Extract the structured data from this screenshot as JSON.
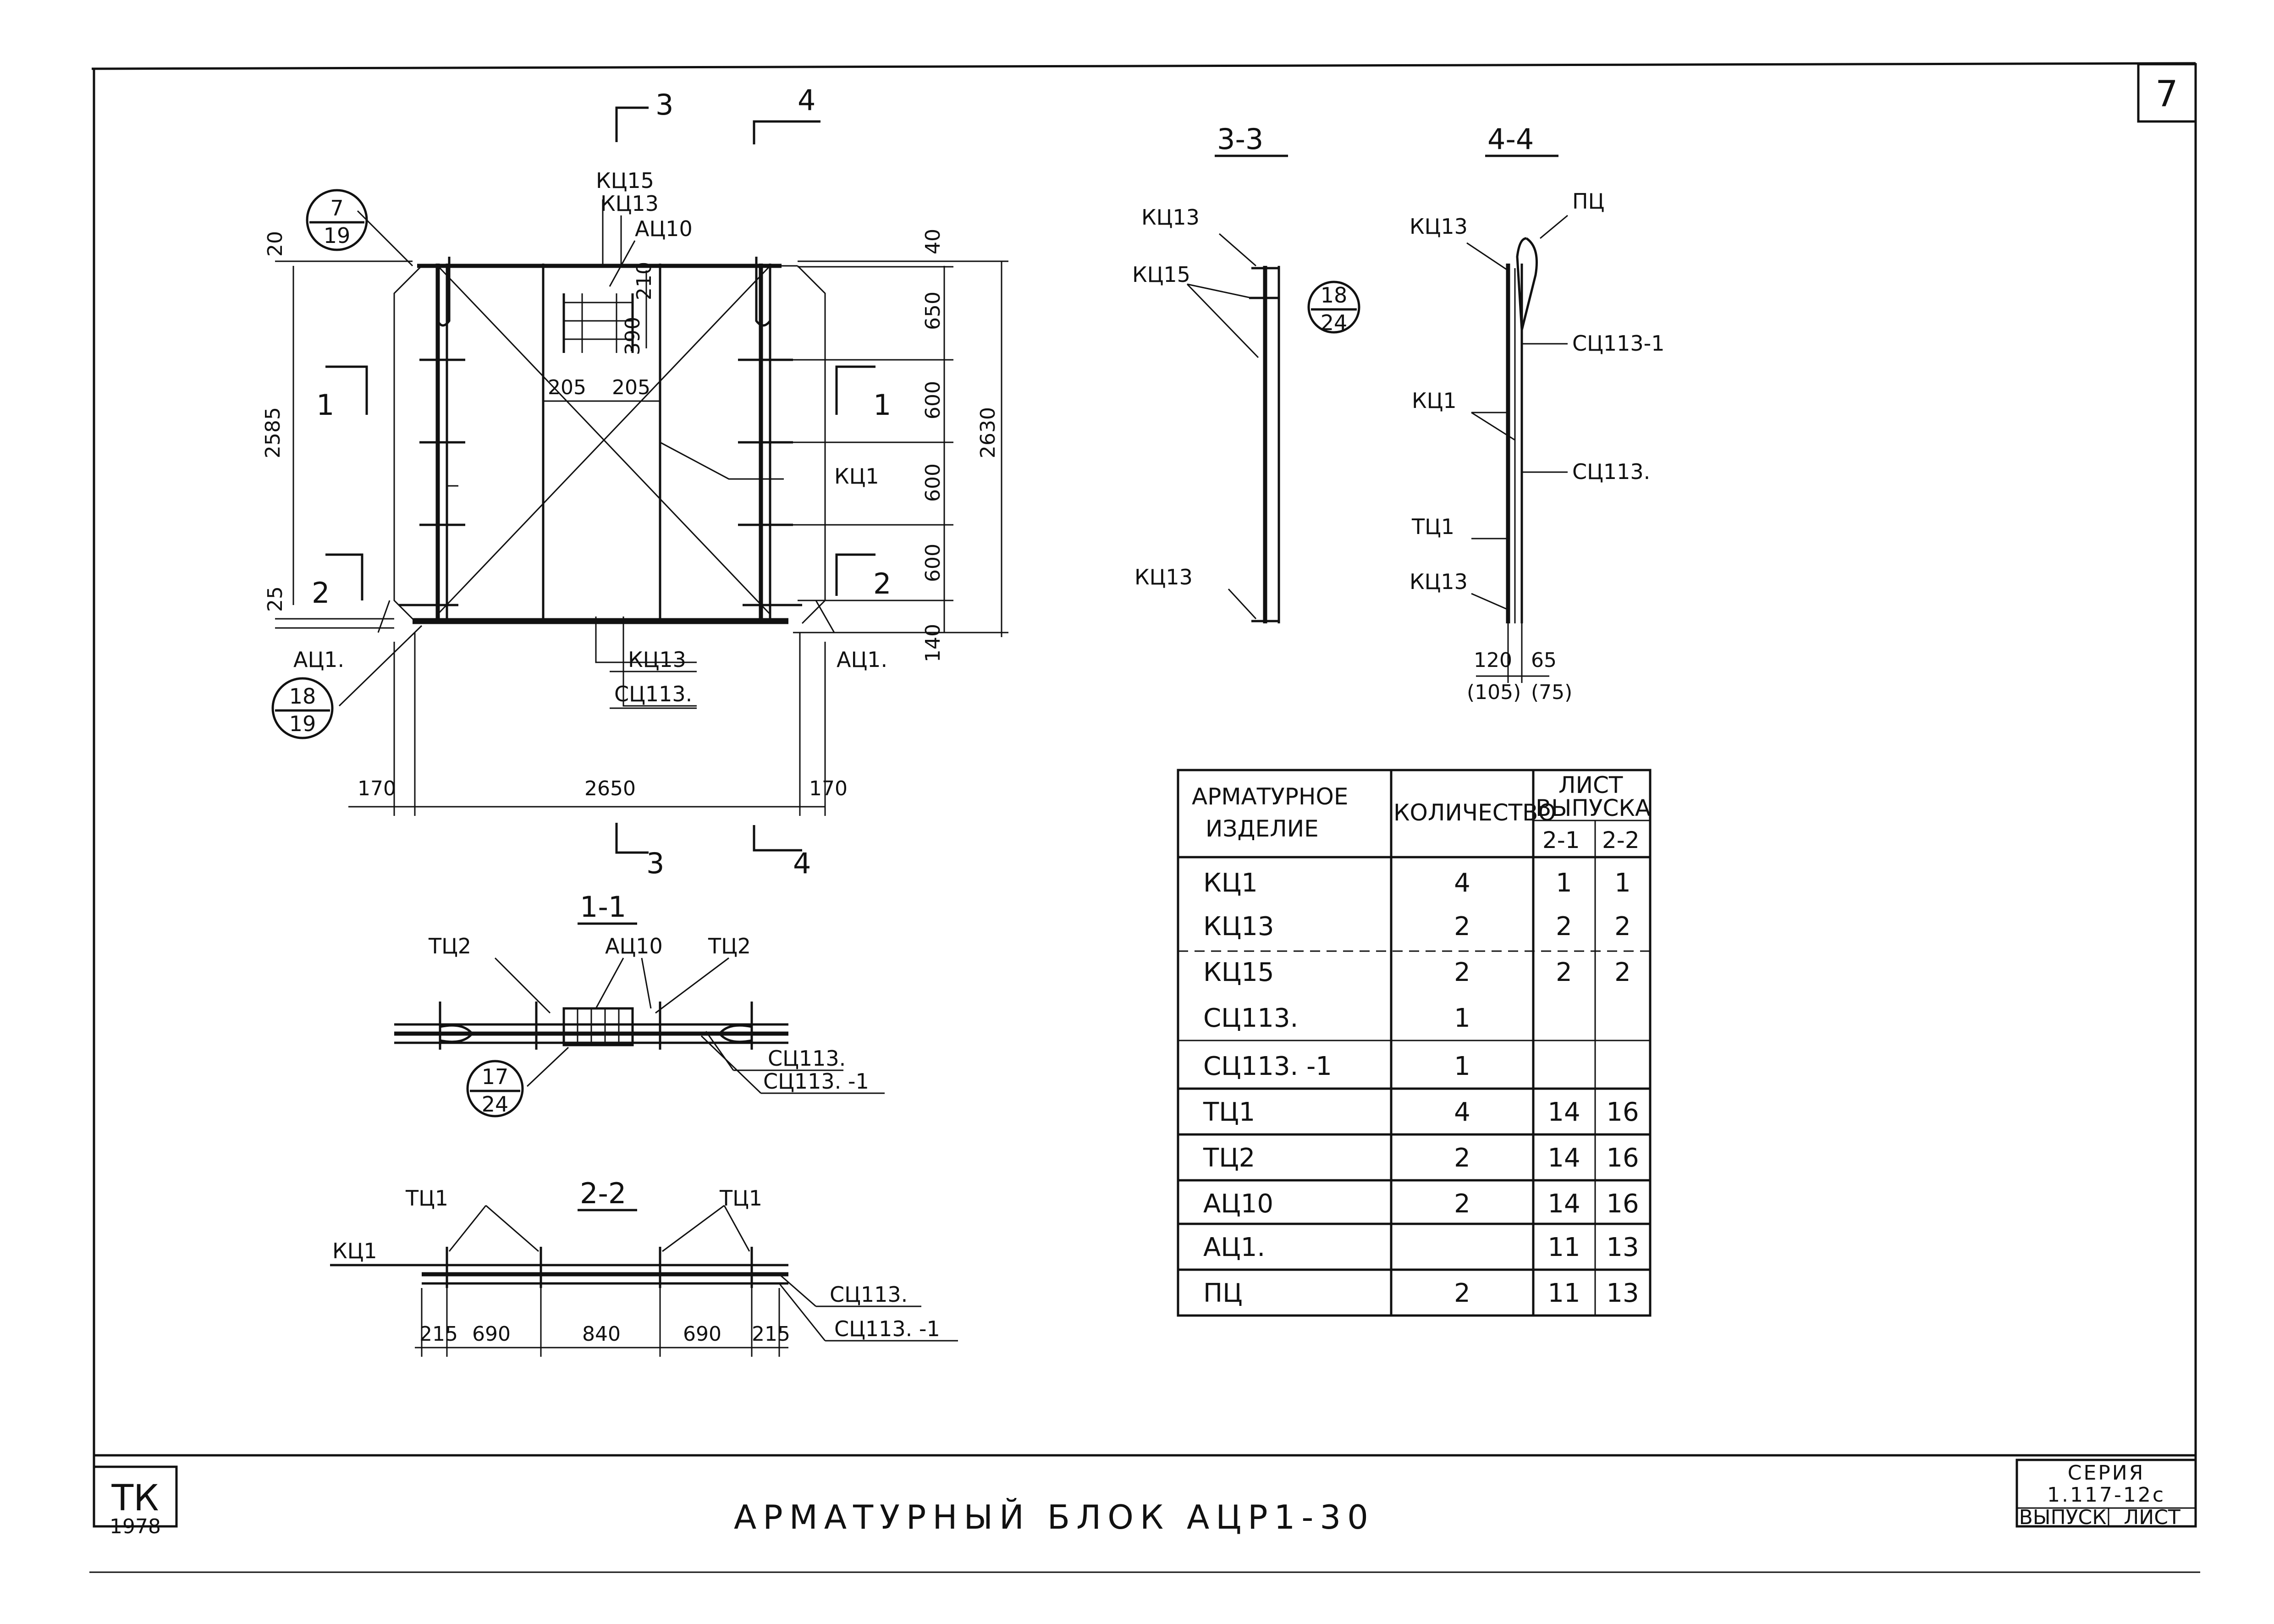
{
  "sheet": {
    "number": "7",
    "title": "АРМАТУРНЫЙ БЛОК АЦР1-30",
    "stamp": "ТК",
    "stamp_sub": "1978",
    "series_label": "СЕРИЯ",
    "series_value": "1.117-12с",
    "issue_label": "ВЫПУСК",
    "sheet_label": "ЛИСТ"
  },
  "plan": {
    "cut_3": "3",
    "cut_4": "4",
    "cut_1": "1",
    "cut_2": "2",
    "labels": {
      "kc15": "КЦ15",
      "kc13_top": "КЦ13",
      "ac10": "АЦ10",
      "kc1": "КЦ1",
      "ac1_left": "АЦ1.",
      "ac1_right": "АЦ1.",
      "kc13_bottom": "КЦ13",
      "sc113": "СЦ113."
    },
    "callouts": {
      "top_left_num": "7",
      "top_left_den": "19",
      "bottom_left_num": "18",
      "bottom_left_den": "19"
    },
    "dims": {
      "left_total": "2585",
      "left_top": "20",
      "left_bottom": "25",
      "right_total": "2630",
      "right_40": "40",
      "right_650": "650",
      "right_600a": "600",
      "right_600b": "600",
      "right_600c": "600",
      "right_140": "140",
      "inner_210": "210",
      "inner_390": "390",
      "inner_205a": "205",
      "inner_205b": "205",
      "bottom_170_left": "170",
      "bottom_2650": "2650",
      "bottom_170_right": "170"
    }
  },
  "section_33": {
    "title": "3-3",
    "kc13_top": "КЦ13",
    "kc15": "КЦ15",
    "kc13_bottom": "КЦ13",
    "callout_num": "18",
    "callout_den": "24"
  },
  "section_44": {
    "title": "4-4",
    "kc13_top": "КЦ13",
    "pc": "ПЦ",
    "sc113_1": "СЦ113-1",
    "kc1": "КЦ1",
    "sc113": "СЦ113.",
    "tc1": "ТЦ1",
    "kc13_bottom": "КЦ13",
    "dim_120": "120",
    "dim_105": "(105)",
    "dim_65": "65",
    "dim_75": "(75)"
  },
  "section_11": {
    "title": "1-1",
    "tc2_left": "ТЦ2",
    "ac10": "АЦ10",
    "tc2_right": "ТЦ2",
    "sc113": "СЦ113.",
    "sc113_1": "СЦ113. -1",
    "callout_num": "17",
    "callout_den": "24"
  },
  "section_22": {
    "title": "2-2",
    "tc1_left": "ТЦ1",
    "tc1_right": "ТЦ1",
    "kc1": "КЦ1",
    "sc113": "СЦ113.",
    "sc113_1": "СЦ113. -1",
    "dims": [
      "215",
      "690",
      "840",
      "690",
      "215"
    ]
  },
  "table": {
    "col_item_1": "АРМАТУРНОЕ",
    "col_item_2": "ИЗДЕЛИЕ",
    "col_qty": "КОЛИЧЕСТВО",
    "col_sheet_1": "ЛИСТ",
    "col_sheet_2": "ВЫПУСКА",
    "col_21": "2-1",
    "col_22": "2-2",
    "rows": [
      {
        "item": "КЦ1",
        "qty": "4",
        "s21": "1",
        "s22": "1"
      },
      {
        "item": "КЦ13",
        "qty": "2",
        "s21": "2",
        "s22": "2"
      },
      {
        "item": "КЦ15",
        "qty": "2",
        "s21": "2",
        "s22": "2"
      },
      {
        "item": "СЦ113.",
        "qty": "1",
        "s21": "",
        "s22": ""
      },
      {
        "item": "СЦ113. -1",
        "qty": "1",
        "s21": "",
        "s22": ""
      },
      {
        "item": "ТЦ1",
        "qty": "4",
        "s21": "14",
        "s22": "16"
      },
      {
        "item": "ТЦ2",
        "qty": "2",
        "s21": "14",
        "s22": "16"
      },
      {
        "item": "АЦ10",
        "qty": "2",
        "s21": "14",
        "s22": "16"
      },
      {
        "item": "АЦ1.",
        "qty": "",
        "s21": "11",
        "s22": "13"
      },
      {
        "item": "ПЦ",
        "qty": "2",
        "s21": "11",
        "s22": "13"
      }
    ]
  }
}
